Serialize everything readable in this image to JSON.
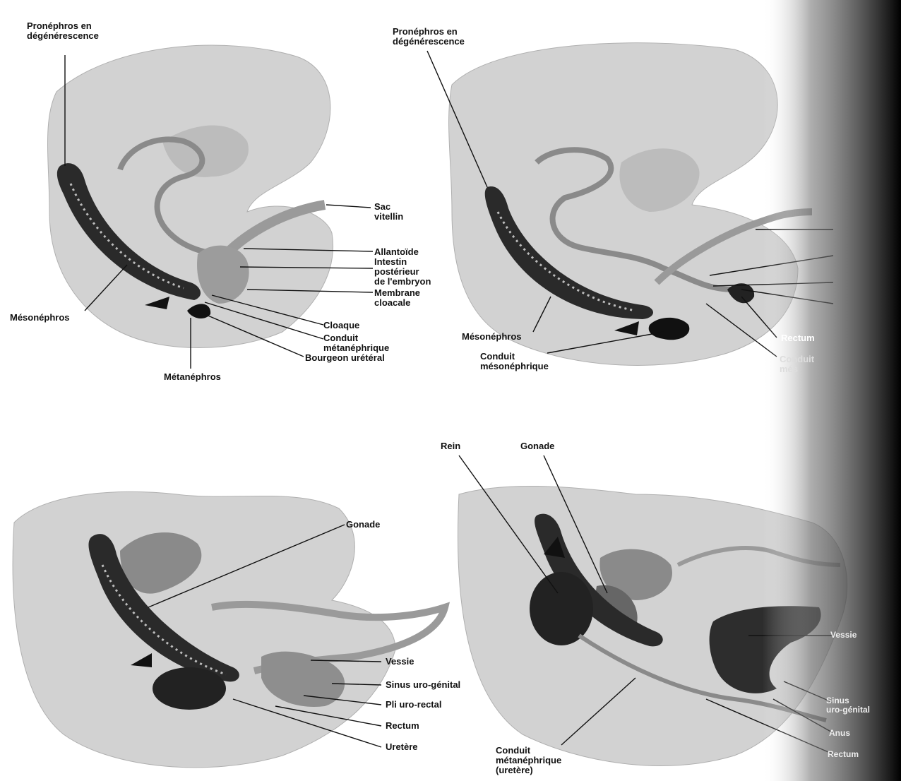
{
  "colors": {
    "tissue": "#cfcfcf",
    "tissue_dark": "#a9a9a9",
    "organ": "#2a2a2a",
    "line": "#111111",
    "margin_shadow": "#000000"
  },
  "panel_top_left": {
    "pronephros": "Pronéphros en\ndégénérescence",
    "sac_vitellin": "Sac\nvitellin",
    "allantoide": "Allantoïde",
    "intestin": "Intestin\npostérieur\nde l'embryon",
    "membrane": "Membrane\ncloacale",
    "mesonephros": "Mésonéphros",
    "cloaque": "Cloaque",
    "conduit_metanephrique": "Conduit\nmétanéphrique",
    "bourgeon": "Bourgeon urétéral",
    "metanephros": "Métanéphros"
  },
  "panel_top_right": {
    "pronephros": "Pronéphros en\ndégénérescence",
    "mesonephros": "Mésonéphros",
    "conduit_mesonephrique": "Conduit\nmésonéphrique",
    "rectum": "Rectum",
    "conduit_cut": "Conduit\nmés"
  },
  "panel_bottom_left": {
    "gonade": "Gonade",
    "vessie": "Vessie",
    "sinus": "Sinus uro-génital",
    "pli": "Pli uro-rectal",
    "rectum": "Rectum",
    "uretere": "Uretère"
  },
  "panel_bottom_right": {
    "rein": "Rein",
    "gonade": "Gonade",
    "conduit": "Conduit\nmétanéphrique\n(uretère)",
    "vessie_cut": "Vessie",
    "sinus_cut": "Sinus\nuro-génital",
    "anus_cut": "Anus",
    "rectum_cut": "Rectum"
  }
}
